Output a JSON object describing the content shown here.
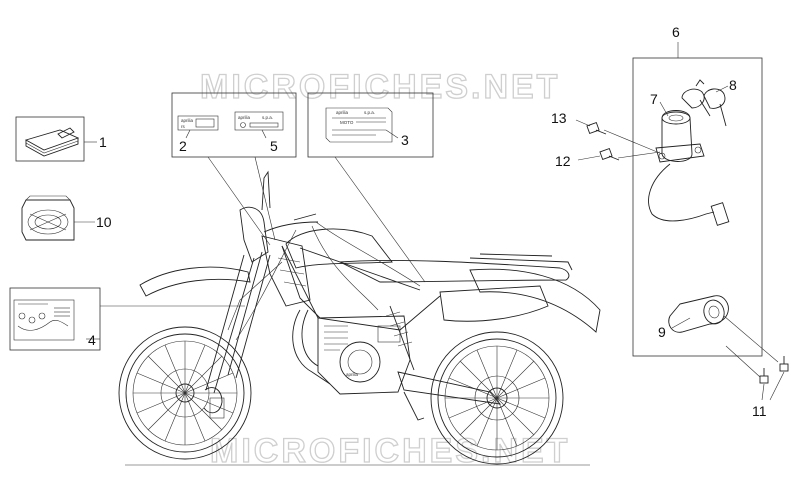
{
  "watermark": "MICROFICHES.NET",
  "callouts": {
    "c1": "1",
    "c2": "2",
    "c3": "3",
    "c4": "4",
    "c5": "5",
    "c6": "6",
    "c7": "7",
    "c8": "8",
    "c9": "9",
    "c10": "10",
    "c11": "11",
    "c12": "12",
    "c13": "13"
  },
  "decals": {
    "decal2_brand": "aprilia",
    "decal2_sub": "rs",
    "decal5_brand": "aprilia",
    "decal5_sub": "s.p.a.",
    "decal3_brand": "aprilia",
    "decal3_sub": "s.p.a.",
    "decal3_line": "MOTO",
    "engine_brand": "aprilia"
  },
  "colors": {
    "line": "#222222",
    "watermark": "#cfcfcf",
    "background": "#ffffff"
  }
}
